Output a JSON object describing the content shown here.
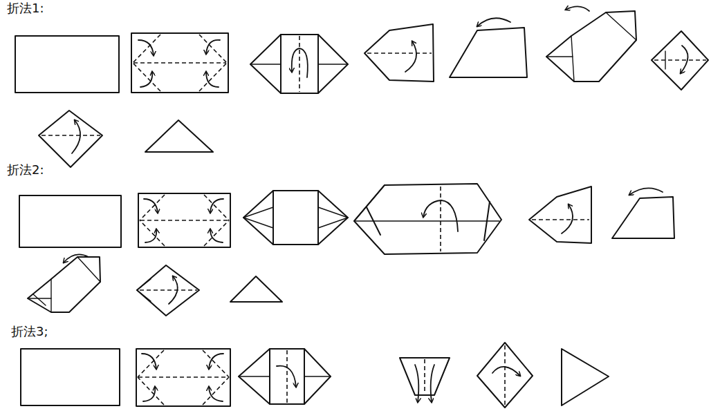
{
  "diagram": {
    "labels": [
      "折法1:",
      "折法2:",
      "折法3;"
    ]
  }
}
